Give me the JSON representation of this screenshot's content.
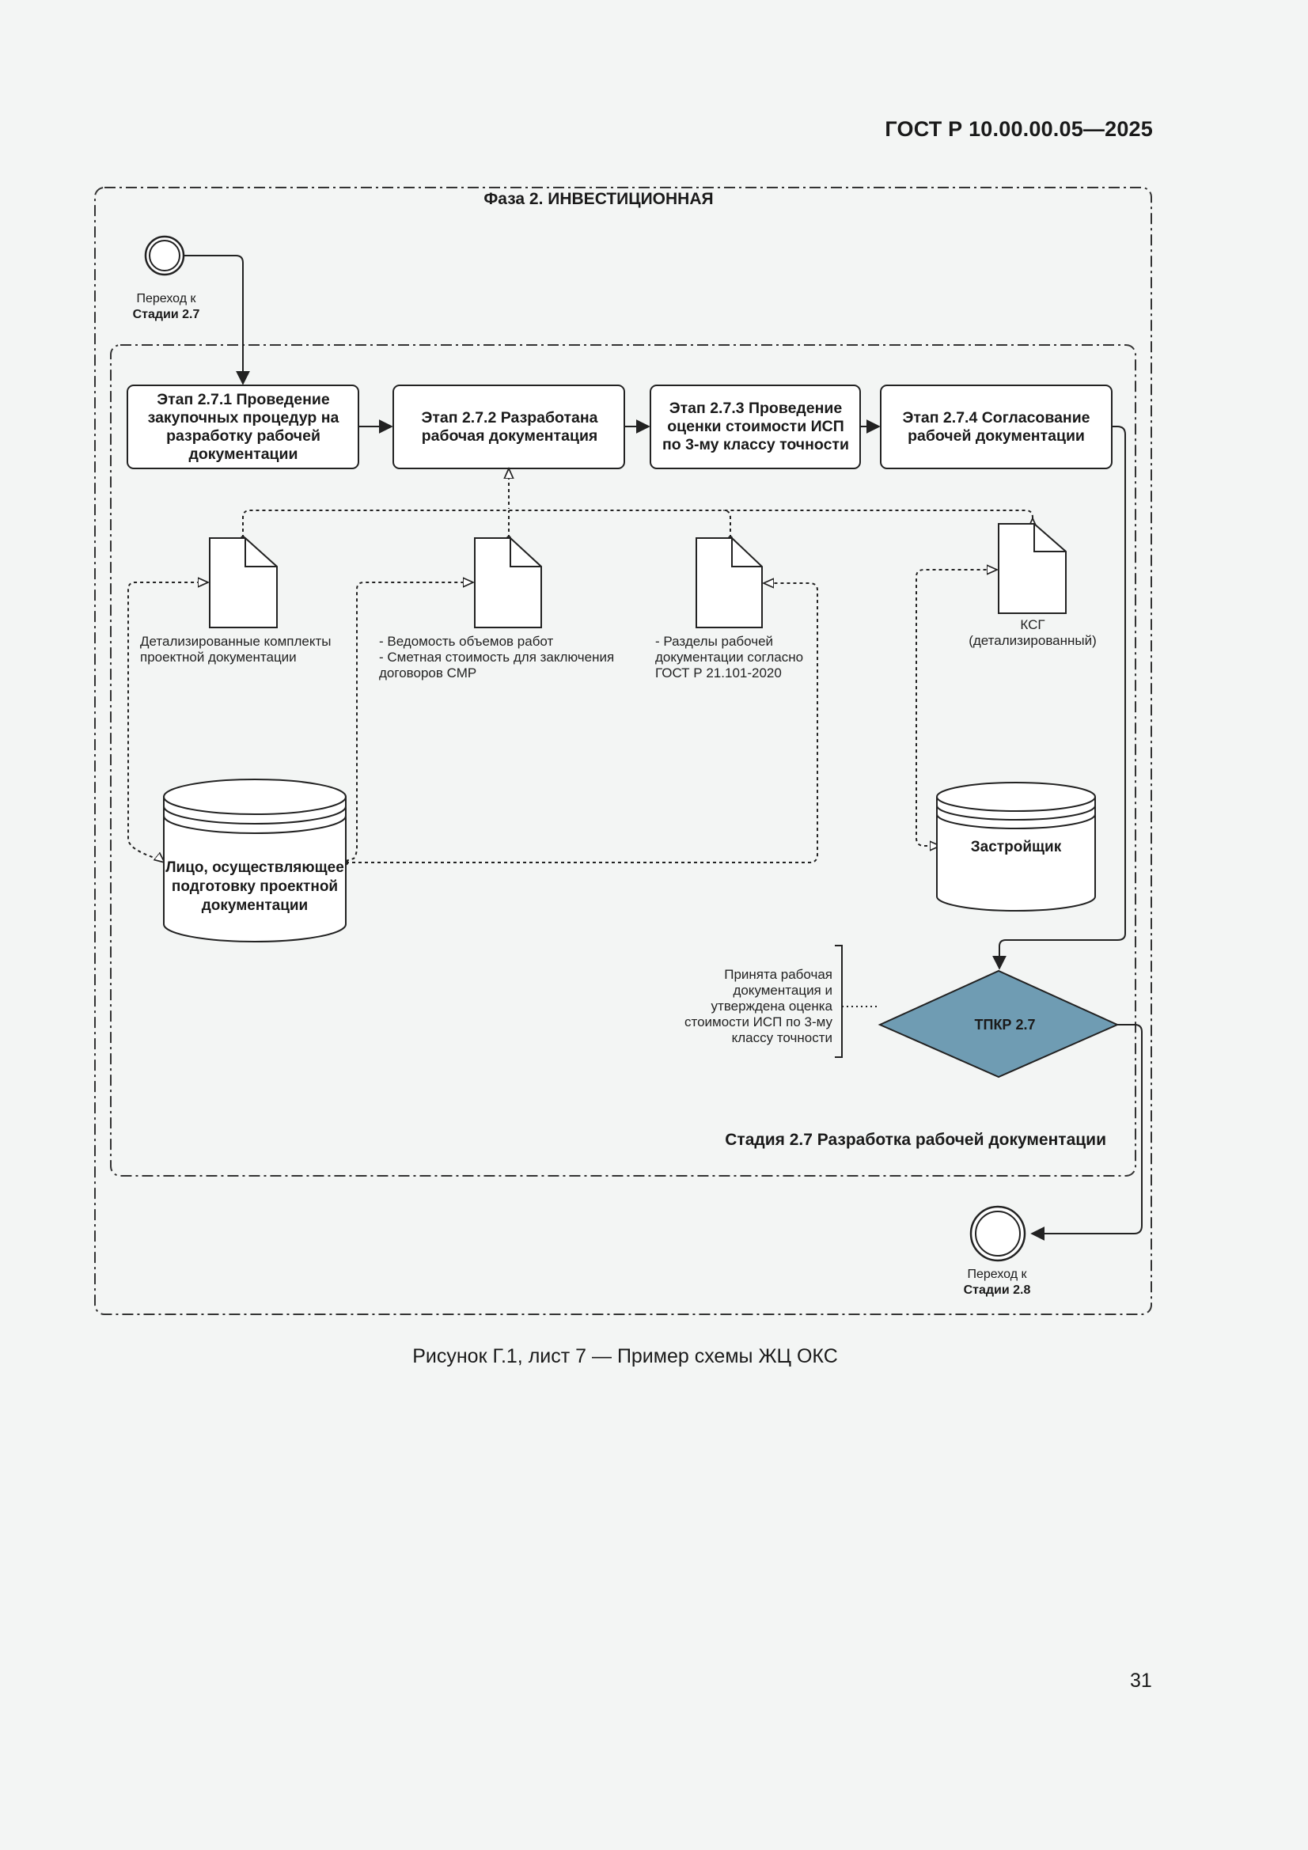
{
  "header": {
    "doc_code": "ГОСТ Р 10.00.00.05—2025"
  },
  "phase": {
    "title": "Фаза 2. ИНВЕСТИЦИОННАЯ"
  },
  "start_event": {
    "line1": "Переход к",
    "line2": "Стадии 2.7"
  },
  "end_event": {
    "line1": "Переход к",
    "line2": "Стадии 2.8"
  },
  "stages": [
    {
      "label": "Этап 2.7.1 Проведение закупочных процедур на разработку рабочей документации"
    },
    {
      "label": "Этап 2.7.2 Разработана рабочая документация"
    },
    {
      "label": "Этап 2.7.3 Проведение оценки стоимости ИСП по 3-му классу точности"
    },
    {
      "label": "Этап 2.7.4 Согласование рабочей документации"
    }
  ],
  "documents": [
    {
      "label": "Детализированные комплекты проектной документации"
    },
    {
      "label_lines": [
        "- Ведомость объемов работ",
        "- Сметная стоимость для заключения договоров СМР"
      ]
    },
    {
      "label_lines": [
        "- Разделы рабочей документации согласно",
        "ГОСТ Р 21.101-2020"
      ]
    },
    {
      "label_lines": [
        "КСГ",
        "(детализированный)"
      ]
    }
  ],
  "data_stores": [
    {
      "label": "Лицо, осуществляющее подготовку проектной документации"
    },
    {
      "label": "Застройщик"
    }
  ],
  "gateway": {
    "label": "ТПКР 2.7",
    "fill_color": "#6f9cb3",
    "annotation": "Принята рабочая документация и утверждена оценка стоимости ИСП по 3-му классу точности"
  },
  "stage_group": {
    "title": "Стадия 2.7 Разработка рабочей документации"
  },
  "figure": {
    "caption": "Рисунок Г.1, лист 7 — Пример схемы ЖЦ ОКС"
  },
  "page": {
    "number": "31"
  }
}
